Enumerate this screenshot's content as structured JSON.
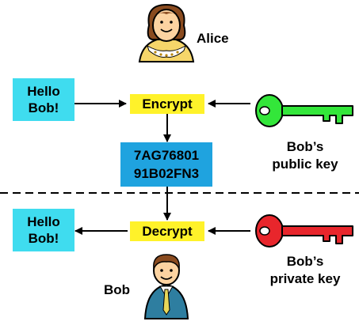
{
  "people": {
    "sender": "Alice",
    "receiver": "Bob"
  },
  "messages": {
    "plaintext_top": [
      "Hello",
      "Bob!"
    ],
    "plaintext_bottom": [
      "Hello",
      "Bob!"
    ]
  },
  "operations": {
    "encrypt": "Encrypt",
    "decrypt": "Decrypt"
  },
  "ciphertext": [
    "7AG76801",
    "91B02FN3"
  ],
  "keys": {
    "public": {
      "label": [
        "Bob’s",
        "public key"
      ],
      "color": "#33e63a"
    },
    "private": {
      "label": [
        "Bob’s",
        "private key"
      ],
      "color": "#e8262c"
    }
  },
  "colors": {
    "message_box": "#3fdcef",
    "operation_box": "#fff22a",
    "cipher_box": "#1fa3df"
  }
}
